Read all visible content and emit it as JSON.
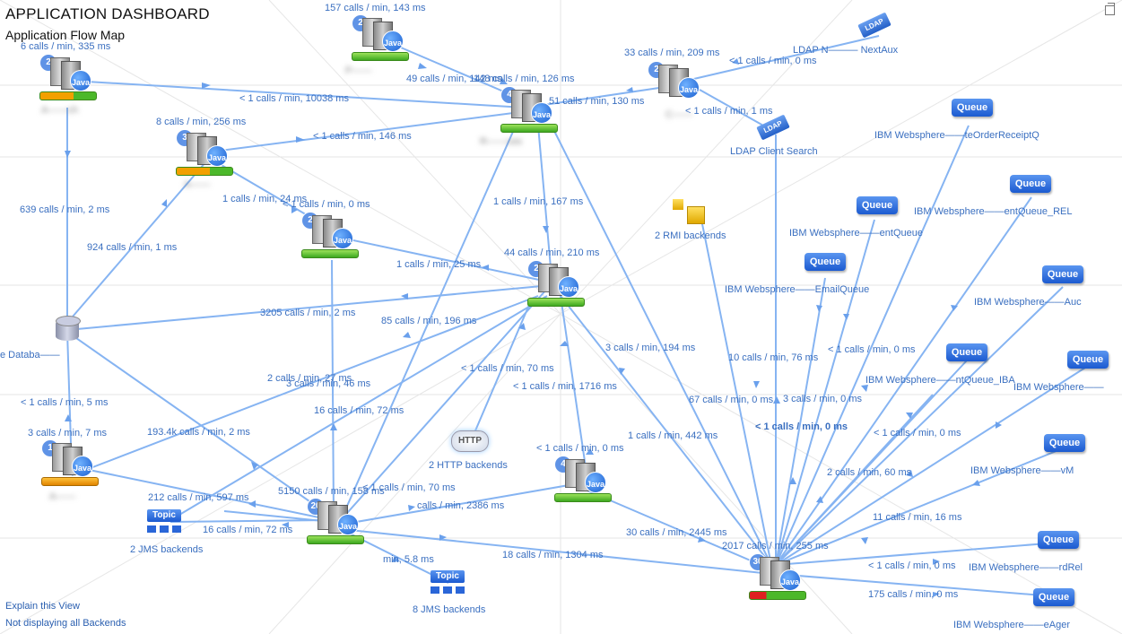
{
  "header": {
    "title": "APPLICATION DASHBOARD",
    "subtitle": "Application Flow Map"
  },
  "footer": {
    "explain_link": "Explain this View",
    "backends_link": "Not displaying all Backends"
  },
  "colors": {
    "edge": "#7fb0f0",
    "label": "#3a6fc0",
    "badge": "#5f93e6",
    "health_green": "#4cb82a",
    "health_orange": "#f2a000",
    "health_red": "#e02020"
  },
  "nodes": [
    {
      "id": "n-top",
      "badge": "2",
      "label": "P——",
      "health": "green"
    },
    {
      "id": "n-left",
      "badge": "2",
      "label": "A——ch",
      "health": "orange"
    },
    {
      "id": "n-mid",
      "badge": "4",
      "label": "R——ces",
      "health": "green"
    },
    {
      "id": "n-right",
      "badge": "2",
      "label": "C——",
      "health": "green"
    },
    {
      "id": "n-3",
      "badge": "3",
      "label": "A——",
      "health": "orange"
    },
    {
      "id": "n-2a",
      "badge": "2",
      "label": "",
      "health": "green"
    },
    {
      "id": "n-2b",
      "badge": "2",
      "label": "",
      "health": "green"
    },
    {
      "id": "n-1",
      "badge": "1",
      "label": "A——",
      "health": "allorange"
    },
    {
      "id": "n-20",
      "badge": "20",
      "label": "",
      "health": "green"
    },
    {
      "id": "n-4",
      "badge": "4",
      "label": "",
      "health": "green"
    },
    {
      "id": "n-30",
      "badge": "30",
      "label": "",
      "health": "red"
    }
  ],
  "backends": {
    "ldap_name": "LDAP N——— NextAux",
    "ldap_client": "LDAP Client Search",
    "ldap_icon": "LDAP",
    "rmi": "2 RMI backends",
    "http": "2 HTTP backends",
    "http_icon": "HTTP",
    "jms_small": "2 JMS backends",
    "jms_large": "8 JMS backends",
    "topic_label": "Topic",
    "database": "e Databa——",
    "queue_label": "Queue",
    "queues": [
      "IBM Websphere——teOrderReceiptQ",
      "IBM Websphere——entQueue_REL",
      "IBM Websphere——entQueue",
      "IBM Websphere——EmailQueue",
      "IBM Websphere——Auc",
      "IBM Websphere——ntQueue_IBA",
      "IBM Websphere——",
      "IBM Websphere——vM",
      "IBM Websphere——rdRel",
      "IBM Websphere——eAger"
    ]
  },
  "edge_labels": [
    "157 calls / min, 143 ms",
    "6 calls / min, 335 ms",
    "33 calls / min, 209 ms",
    "< 1 calls / min, 0 ms",
    "49 calls / min, 142 ms",
    "148 calls / min, 126 ms",
    "< 1 calls / min, 10038 ms",
    "51 calls / min, 130 ms",
    "< 1 calls / min, 1 ms",
    "8 calls / min, 256 ms",
    "< 1 calls / min, 146 ms",
    "1 calls / min, 24 ms",
    "< 1 calls / min, 0 ms",
    "1 calls / min, 167 ms",
    "639 calls / min, 2 ms",
    "924 calls / min, 1 ms",
    "44 calls / min, 210 ms",
    "1 calls / min, 25 ms",
    "3205 calls / min, 2 ms",
    "85 calls / min, 196 ms",
    "3 calls / min, 194 ms",
    "10 calls / min, 76 ms",
    "< 1 calls / min, 0 ms",
    "< 1 calls / min, 70 ms",
    "< 1 calls / min, 1716 ms",
    "2 calls / min, 27 ms",
    "3 calls / min, 46 ms",
    "67 calls / min, 0 ms",
    "3 calls / min, 0 ms",
    "< 1 calls / min, 5 ms",
    "16 calls / min, 72 ms",
    "< 1 calls / min, 0 ms",
    "3 calls / min, 7 ms",
    "193.4k calls / min, 2 ms",
    "1 calls / min, 442 ms",
    "< 1 calls / min, 0 ms",
    "< 1 calls / min, 0 ms",
    "212 calls / min, 597 ms",
    "5150 calls / min, 158 ms",
    "< 1 calls / min, 70 ms",
    "2 calls / min, 60 ms",
    "16 calls / min, 72 ms",
    "calls / min, 2386 ms",
    "11 calls / min, 16 ms",
    "30 calls / min, 2445 ms",
    "2017 calls / min, 255 ms",
    "min, 5.8 ms",
    "18 calls / min, 1304 ms",
    "< 1 calls / min, 0 ms",
    "175 calls / min, 0 ms"
  ]
}
